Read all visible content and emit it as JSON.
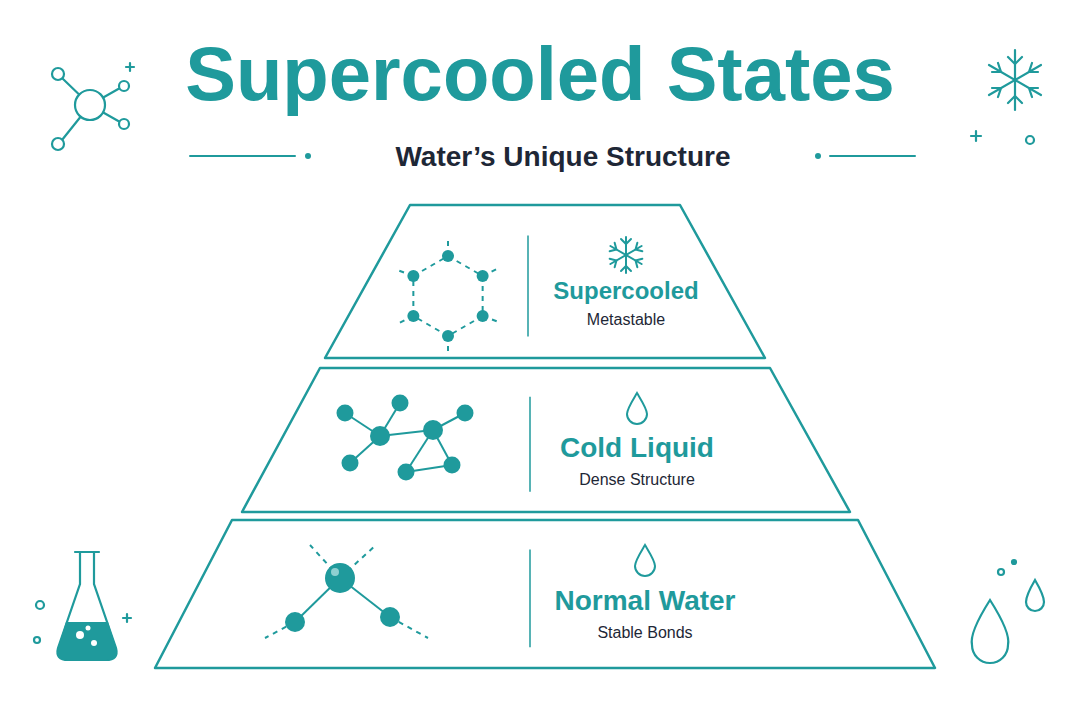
{
  "diagram": {
    "title": "Supercooled States",
    "nodes": [
      {
        "text": [
          "Supercooled",
          "Metastable"
        ]
      },
      {
        "text": [
          "Cold Liquid",
          "Dense Structure"
        ]
      },
      {
        "text": [
          "Normal Water",
          "Stable Bonds"
        ]
      }
    ],
    "labels": [
      "Water’s Unique Structure"
    ]
  }
}
